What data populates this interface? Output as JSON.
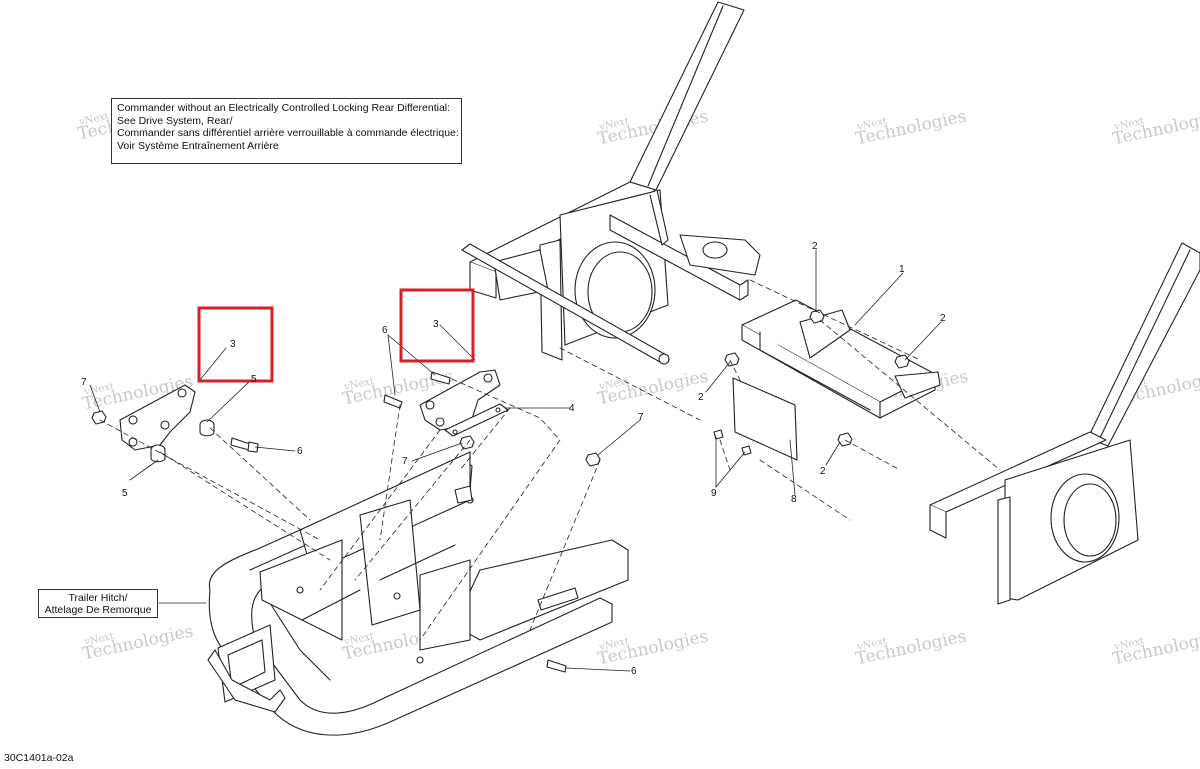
{
  "notes": {
    "commander_note": [
      "Commander without an Electrically Controlled Locking Rear Differential:",
      "See Drive System, Rear/",
      "Commander sans différentiel arrière verrouillable à commande électrique:",
      "Voir Système Entraînement Arrière"
    ],
    "trailer_hitch": [
      "Trailer Hitch/",
      "Attelage De Remorque"
    ]
  },
  "reference_code": "30C1401a-02a",
  "watermark": {
    "line1": "vNext",
    "line2": "Technologies"
  },
  "part_labels": {
    "p1": "1",
    "p2a": "2",
    "p2b": "2",
    "p2c": "2",
    "p2d": "2",
    "p3a": "3",
    "p3b": "3",
    "p4": "4",
    "p5a": "5",
    "p5b": "5",
    "p6a": "6",
    "p6b": "6",
    "p6c": "6",
    "p7a": "7",
    "p7b": "7",
    "p7c": "7",
    "p8": "8",
    "p9": "9"
  },
  "highlight_color": "#d61f26",
  "line_color": "#222222"
}
